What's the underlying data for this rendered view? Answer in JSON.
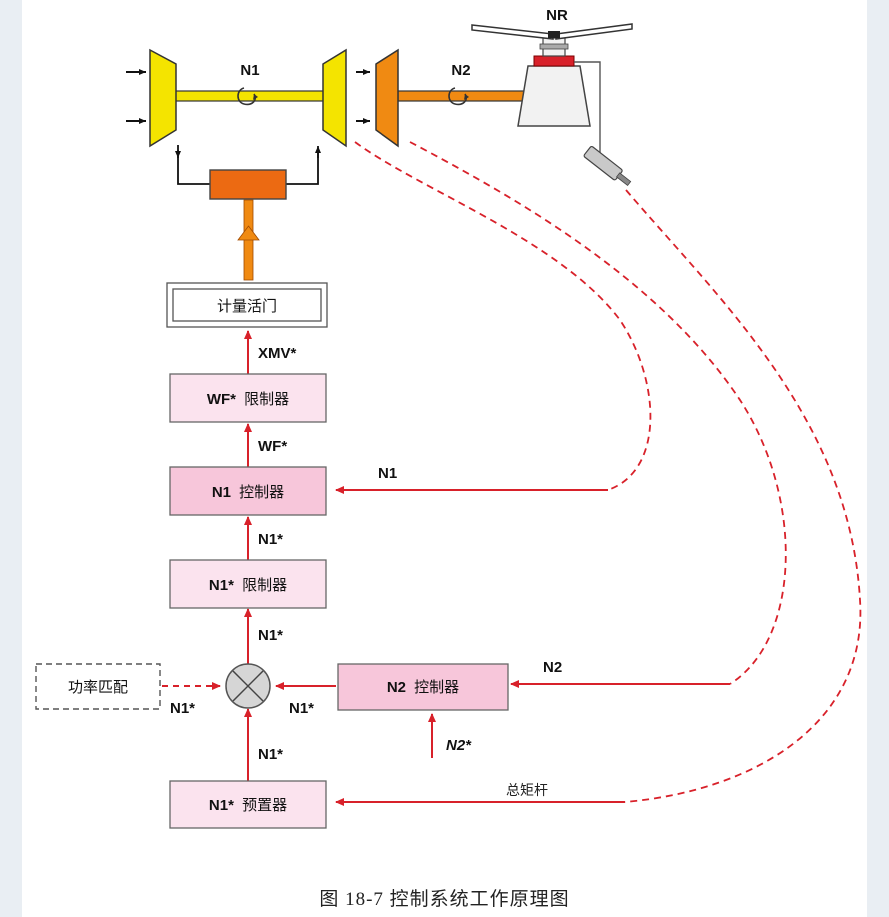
{
  "rotor": {
    "label": "NR"
  },
  "shafts": {
    "gas_generator": "N1",
    "power_turbine": "N2"
  },
  "boxes": {
    "metering_valve": "计量活门",
    "wf_limiter_bold": "WF*",
    "wf_limiter_text": "限制器",
    "n1_controller_bold": "N1",
    "n1_controller_text": "控制器",
    "n1_limiter_bold": "N1*",
    "n1_limiter_text": "限制器",
    "power_match": "功率匹配",
    "n2_controller_bold": "N2",
    "n2_controller_text": "控制器",
    "n1_presetter_bold": "N1*",
    "n1_presetter_text": "预置器"
  },
  "signals": {
    "xmv": "XMV*",
    "wf": "WF*",
    "n1_fb": "N1",
    "n1_star_a": "N1*",
    "n1_star_b": "N1*",
    "n2_fb": "N2",
    "n1_star_left": "N1*",
    "n1_star_mid": "N1*",
    "n2_star": "N2*",
    "n1_star_bottom": "N1*",
    "collective": "总矩杆"
  },
  "caption": "图 18-7  控制系统工作原理图",
  "colors": {
    "signal_red": "#d8212a",
    "box_pink": "#fbe3ee",
    "box_pink_strong": "#f7c6da",
    "turbine_yellow": "#f4e400",
    "turbine_orange": "#f08a12",
    "combustor_orange": "#ec6a12",
    "rotor_red": "#d8212a"
  }
}
